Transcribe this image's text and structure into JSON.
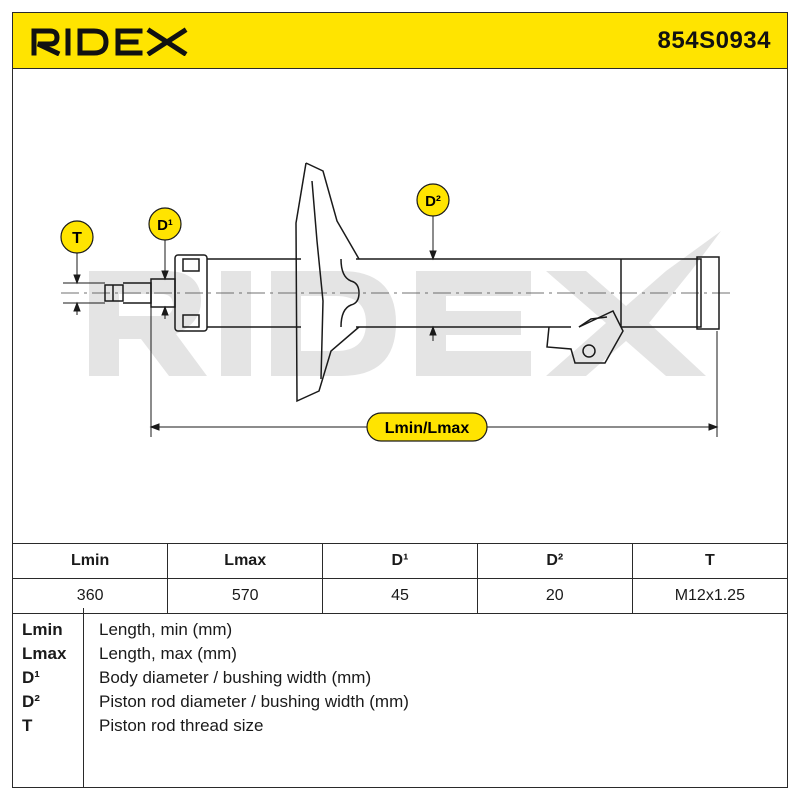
{
  "brand": "RIDEX",
  "part_number": "854S0934",
  "drawing": {
    "callouts": {
      "t": "T",
      "d1": "D¹",
      "d2": "D²",
      "length": "Lmin/Lmax"
    },
    "watermark": "RIDEX"
  },
  "specs": {
    "headers": [
      "Lmin",
      "Lmax",
      "D¹",
      "D²",
      "T"
    ],
    "values": [
      "360",
      "570",
      "45",
      "20",
      "M12x1.25"
    ]
  },
  "legend": [
    {
      "key": "Lmin",
      "desc": "Length, min (mm)"
    },
    {
      "key": "Lmax",
      "desc": "Length, max (mm)"
    },
    {
      "key": "D¹",
      "desc": "Body diameter / bushing width (mm)"
    },
    {
      "key": "D²",
      "desc": "Piston rod diameter / bushing width (mm)"
    },
    {
      "key": "T",
      "desc": "Piston rod thread size"
    }
  ],
  "colors": {
    "accent": "#ffe400",
    "line": "#1a1a1a",
    "watermark": "#e6e6e6"
  }
}
